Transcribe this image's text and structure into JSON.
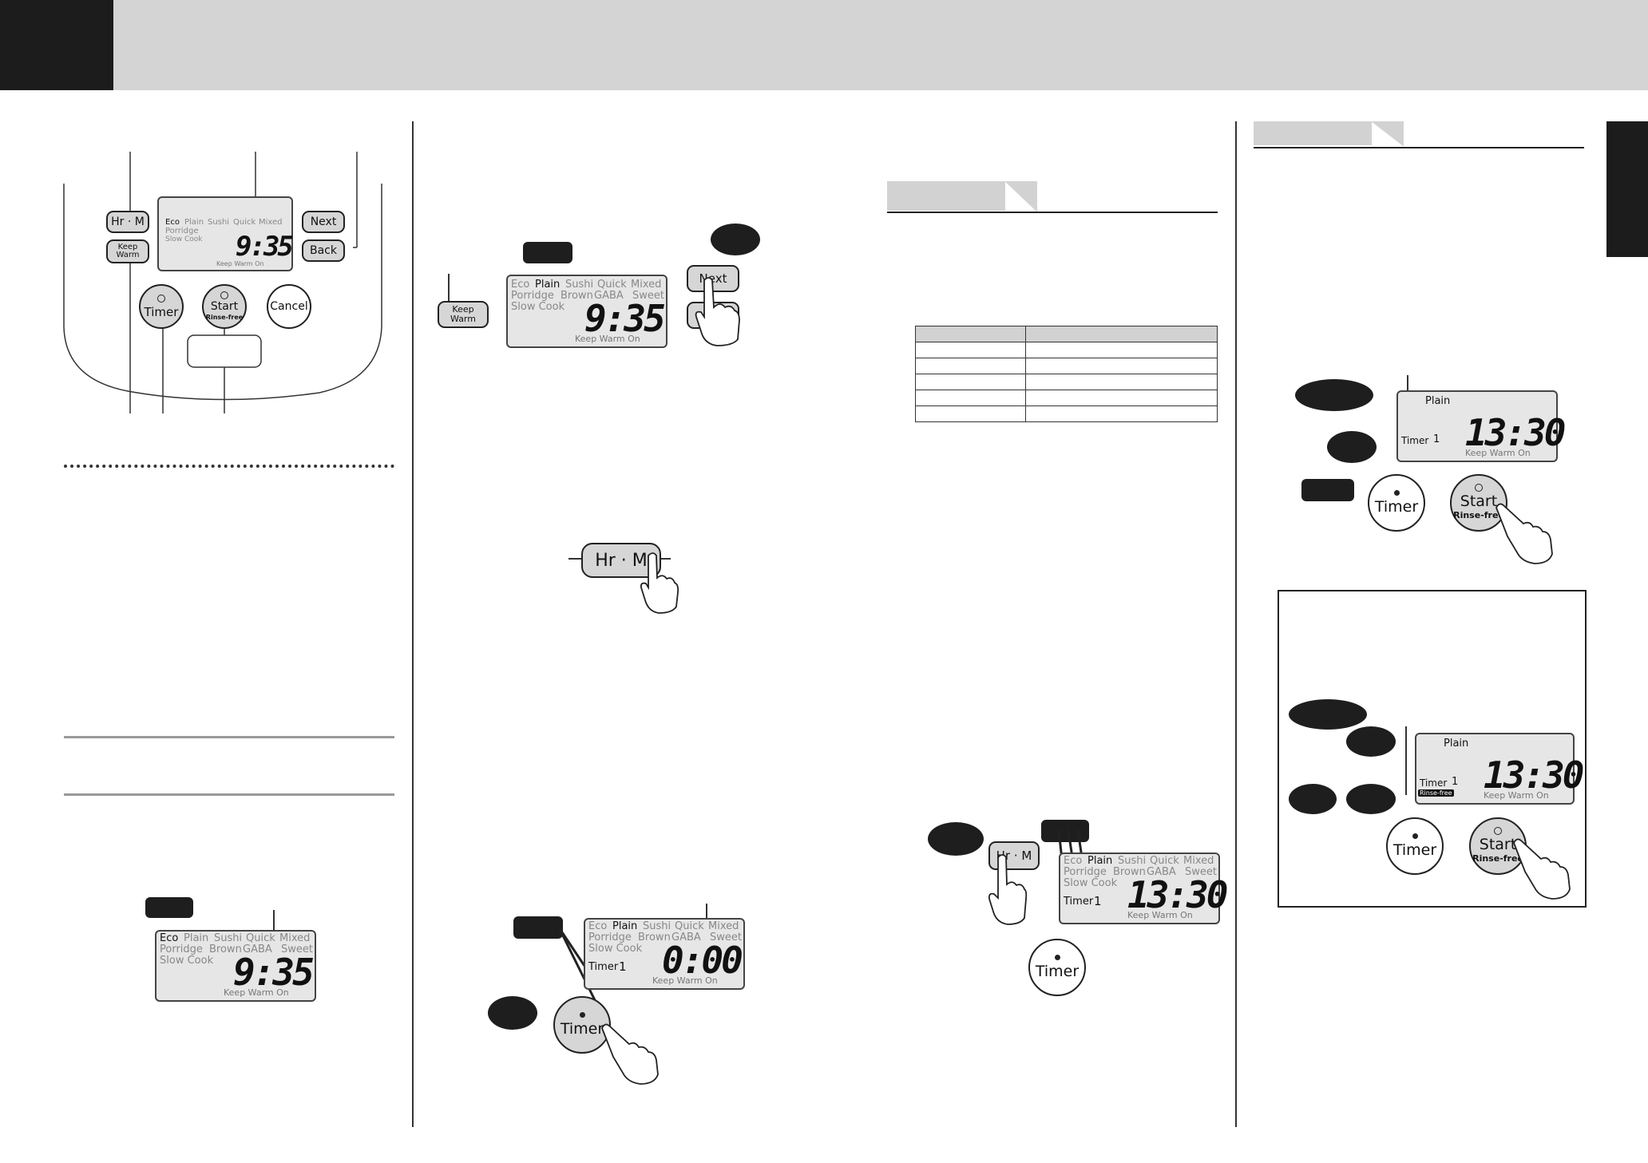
{
  "lcd_modes": {
    "row1": [
      "Eco",
      "Plain",
      "Sushi",
      "Quick",
      "Mixed"
    ],
    "row2": [
      "Porridge",
      "Brown",
      "GABA",
      "Sweet"
    ],
    "row3": "Slow Cook",
    "keep_warm": "Keep Warm On"
  },
  "buttons": {
    "hr_m": "Hr · M",
    "next": "Next",
    "back": "Back",
    "keep": "Keep",
    "warm": "Warm",
    "timer": "Timer",
    "start": "Start",
    "rinse_free": "Rinse-free",
    "cancel": "Cancel"
  },
  "displays": {
    "clock": "9:35",
    "timer_zero": "0:00",
    "timer_set": "13:30",
    "timer_label": "Timer",
    "timer_number": "1",
    "menu_plain": "Plain",
    "rinse_free_indicator": "Rinse-free"
  },
  "colors": {
    "dark": "#1c1c1c",
    "header_gray": "#d4d4d4",
    "panel_gray": "#d6d6d6"
  },
  "icons": [
    "hand-press-icon",
    "speech-bubble-icon",
    "callout-tag-icon"
  ]
}
